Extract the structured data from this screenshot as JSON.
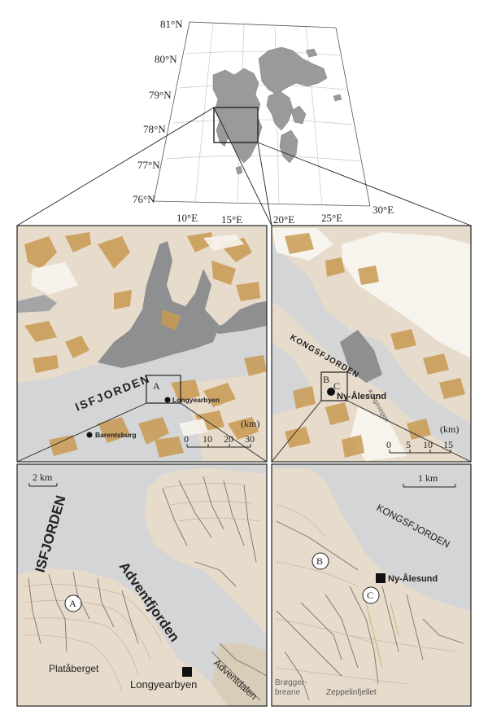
{
  "overview": {
    "lat_labels": [
      "81°N",
      "80°N",
      "79°N",
      "78°N",
      "77°N",
      "76°N"
    ],
    "lon_labels": [
      "10°E",
      "15°E",
      "20°E",
      "25°E",
      "30°E"
    ]
  },
  "isfjorden_map": {
    "fjord_label": "ISFJORDEN",
    "box_label": "A",
    "towns": [
      "Longyearbyen",
      "Barentsburg"
    ],
    "scale_unit": "(km)",
    "scale_ticks": [
      "0",
      "10",
      "20",
      "30"
    ]
  },
  "kongsfjorden_map": {
    "fjord_label": "KONGSFJORDEN",
    "box_labels": [
      "B",
      "C"
    ],
    "town": "Ny-Ålesund",
    "glacier": "Kongsvegen",
    "scale_unit": "(km)",
    "scale_ticks": [
      "0",
      "5",
      "10",
      "15"
    ]
  },
  "adventfjorden_detail": {
    "scale_label": "2 km",
    "labels": {
      "isfjorden": "ISFJORDEN",
      "adventfjorden": "Adventfjorden",
      "plataberget": "Platåberget",
      "longyearbyen": "Longyearbyen",
      "adventdalen": "Adventdalen"
    },
    "site_a": "A"
  },
  "nyalesund_detail": {
    "scale_label": "1 km",
    "labels": {
      "kongsfjorden": "KONGSFJORDEN",
      "nyalesund": "Ny-Ålesund",
      "brogger_1": "Brøgger-",
      "brogger_2": "breane",
      "zeppelin": "Zeppelinfjellet"
    },
    "site_b": "B",
    "site_c": "C"
  },
  "colors": {
    "sea": "#d4d5d7",
    "land": "#e7dbcb",
    "glacier": "#8e8f91",
    "terrain": "#c99a52",
    "snow": "#f7f4ee",
    "landmass": "#9a9a9a"
  }
}
